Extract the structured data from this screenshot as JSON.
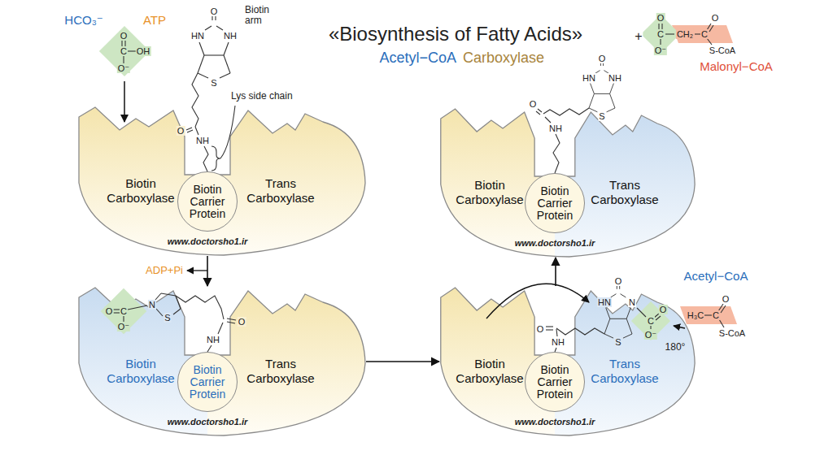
{
  "diagram": {
    "title": "«Biosynthesis of Fatty Acids»",
    "nodes": [
      {
        "text": [
          "www.doctorsho1.ir"
        ]
      },
      {
        "text": [
          "Biotin Carboxylase"
        ],
        "in": 0
      },
      {
        "text": [
          "Biotin Carrier Protein"
        ],
        "in": 0
      },
      {
        "text": [
          "Trans Carboxylase"
        ],
        "in": 0
      },
      {
        "text": [
          "www.doctorsho1.ir"
        ]
      },
      {
        "text": [
          "Biotin Carboxylase"
        ],
        "in": 4
      },
      {
        "text": [
          "Biotin Carrier Protein"
        ],
        "in": 4
      },
      {
        "text": [
          "Trans Carboxylase"
        ],
        "in": 4
      },
      {
        "text": [
          "www.doctorsho1.ir"
        ]
      },
      {
        "text": [
          "Biotin Carboxylase"
        ],
        "in": 8
      },
      {
        "text": [
          "Biotin Carrier Protein"
        ],
        "in": 8
      },
      {
        "text": [
          "Trans Carboxylase"
        ],
        "in": 8
      },
      {
        "text": [
          "www.doctorsho1.ir"
        ]
      },
      {
        "text": [
          "Biotin Carboxylase"
        ],
        "in": 12
      },
      {
        "text": [
          "Biotin Carrier Protein"
        ],
        "in": 12
      },
      {
        "text": [
          "Trans Carboxylase"
        ],
        "in": 12
      }
    ],
    "edges": [
      {
        "from": 0,
        "to": 4,
        "arrow": "to"
      },
      {
        "from": 4,
        "to": 8,
        "arrow": "to"
      },
      {
        "from": 8,
        "to": 12,
        "arrow": "to"
      }
    ],
    "labels": [
      "Acetyl−CoA",
      "Carboxylase",
      "HCO₃⁻",
      "ATP",
      "O",
      "C",
      "OH",
      "O⁻",
      "Biotin arm",
      "O",
      "HN",
      "NH",
      "S",
      "O",
      "NH",
      "Lys side chain",
      "ADP+Pi",
      "O",
      "C",
      "O⁻",
      "N",
      "S",
      "O",
      "NH",
      "O",
      "HN",
      "N",
      "S",
      "C",
      "O",
      "O⁻",
      "180°",
      "O",
      "NH",
      "Acetyl−CoA",
      "H₃C",
      "C",
      "O",
      "S-CoA",
      "O",
      "HN",
      "NH",
      "S",
      "O",
      "NH",
      "+",
      "O",
      "C",
      "O⁻",
      "CH₂",
      "C",
      "O",
      "S-CoA",
      "Malonyl−CoA"
    ]
  }
}
